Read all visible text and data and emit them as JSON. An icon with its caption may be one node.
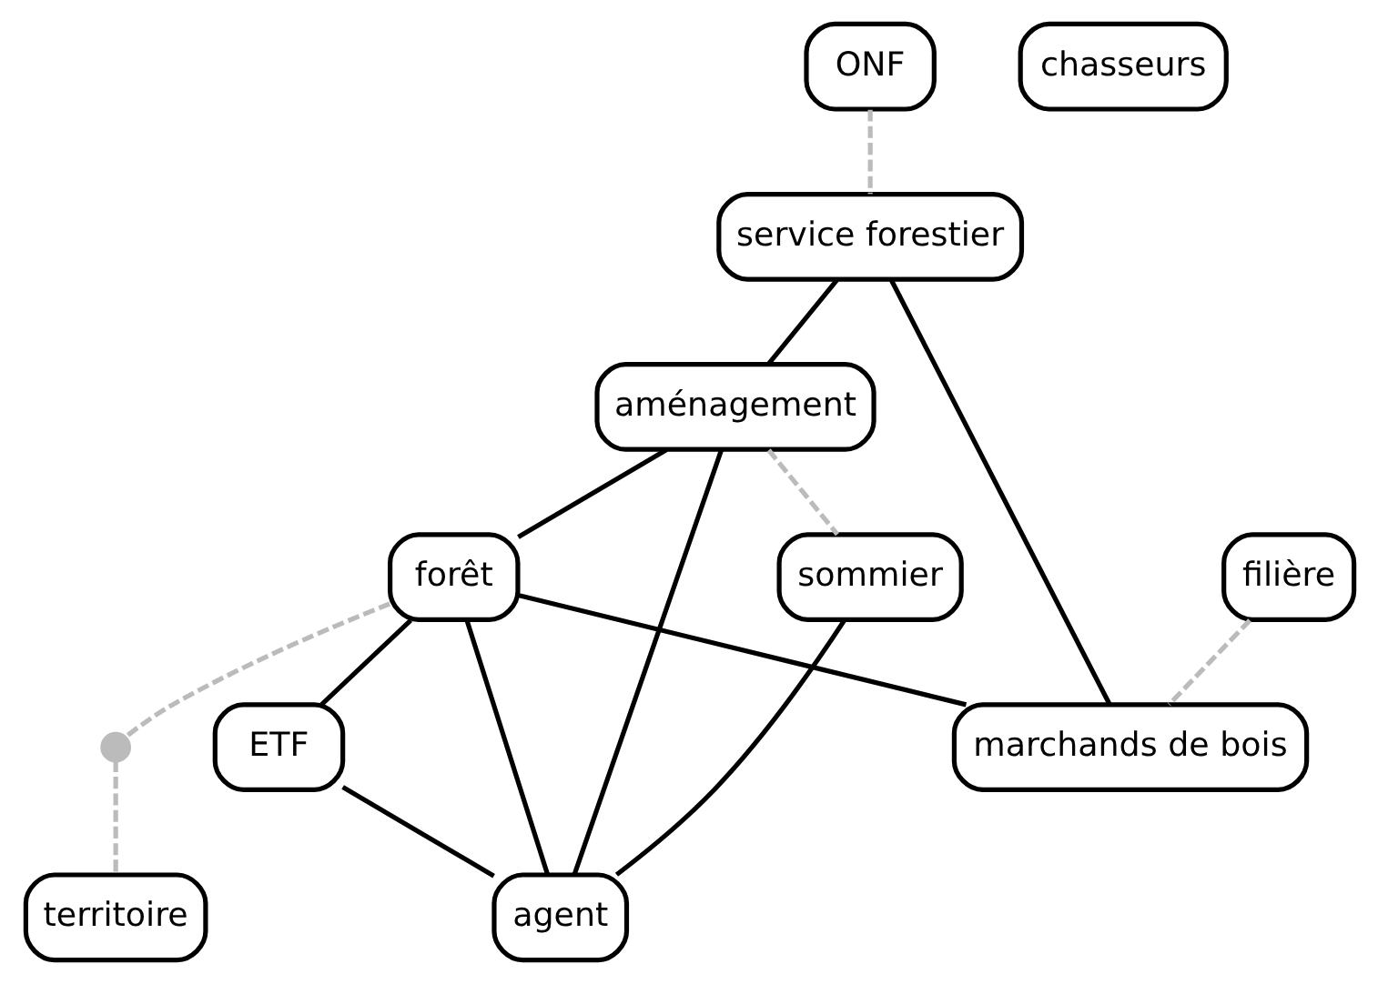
{
  "diagram": {
    "nodes": [
      {
        "text": [
          "ONF"
        ]
      },
      {
        "text": [
          "filière"
        ]
      },
      {
        "text": [
          "service forestier"
        ]
      },
      {
        "text": [
          "aménagement"
        ]
      },
      {
        "text": [
          "forêt"
        ]
      },
      {
        "text": [],
        "shape": "circle"
      },
      {
        "text": [
          "territoire"
        ]
      },
      {
        "text": [
          "sommier"
        ]
      },
      {
        "text": [
          "ETF"
        ]
      },
      {
        "text": [
          "marchands de bois"
        ]
      },
      {
        "text": [
          "agent"
        ]
      },
      {
        "text": [
          "chasseurs"
        ]
      }
    ],
    "edges": [
      {
        "from": 0,
        "to": 2,
        "arrow": "none",
        "style": "dashed",
        "color": "#bbbbbb"
      },
      {
        "from": 1,
        "to": 9,
        "arrow": "none",
        "style": "dashed",
        "color": "#bbbbbb"
      },
      {
        "from": 4,
        "to": 5,
        "arrow": "none",
        "style": "dashed",
        "color": "#bbbbbb"
      },
      {
        "from": 5,
        "to": 6,
        "arrow": "none",
        "style": "dashed",
        "color": "#bbbbbb"
      },
      {
        "from": 3,
        "to": 7,
        "arrow": "none",
        "style": "dashed",
        "color": "#bbbbbb"
      },
      {
        "from": 2,
        "to": 3,
        "arrow": "none"
      },
      {
        "from": 2,
        "to": 9,
        "arrow": "none"
      },
      {
        "from": 3,
        "to": 4,
        "arrow": "none"
      },
      {
        "from": 3,
        "to": 10,
        "arrow": "none"
      },
      {
        "from": 4,
        "to": 8,
        "arrow": "none"
      },
      {
        "from": 4,
        "to": 9,
        "arrow": "none"
      },
      {
        "from": 4,
        "to": 10,
        "arrow": "none"
      },
      {
        "from": 8,
        "to": 10,
        "arrow": "none"
      },
      {
        "from": 7,
        "to": 10,
        "arrow": "none"
      }
    ]
  }
}
